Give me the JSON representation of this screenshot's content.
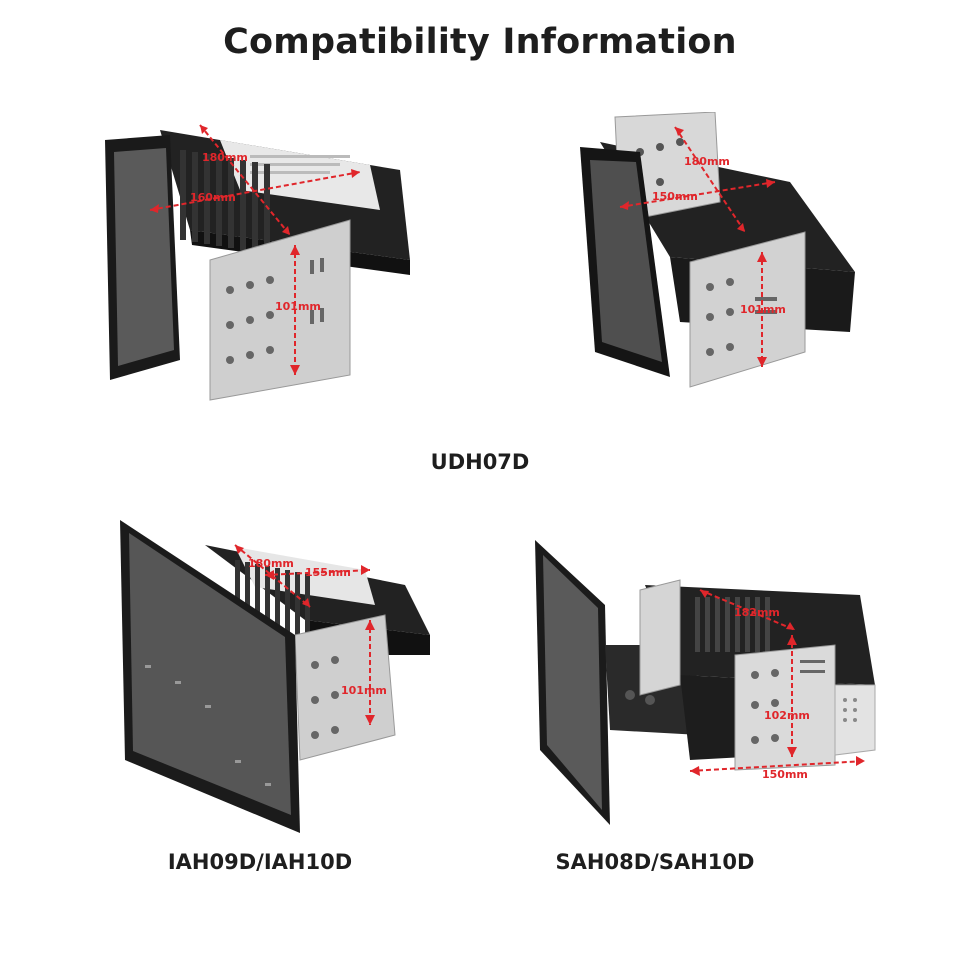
{
  "page": {
    "title": "Compatibility Information",
    "background": "#ffffff",
    "accent_color": "#e0262b"
  },
  "products": [
    {
      "model_label": "UDH07D",
      "units": [
        {
          "depth_top": "180mm",
          "depth_side": "160mm",
          "height": "101mm"
        },
        {
          "depth_top": "180mm",
          "depth_side": "150mm",
          "height": "101mm"
        }
      ]
    },
    {
      "model_label": "IAH09D/IAH10D",
      "dims": {
        "depth_top": "180mm",
        "depth_side": "155mm",
        "height": "101mm"
      }
    },
    {
      "model_label": "SAH08D/SAH10D",
      "dims": {
        "depth_top": "182mm",
        "height": "102mm",
        "width": "150mm"
      }
    }
  ]
}
